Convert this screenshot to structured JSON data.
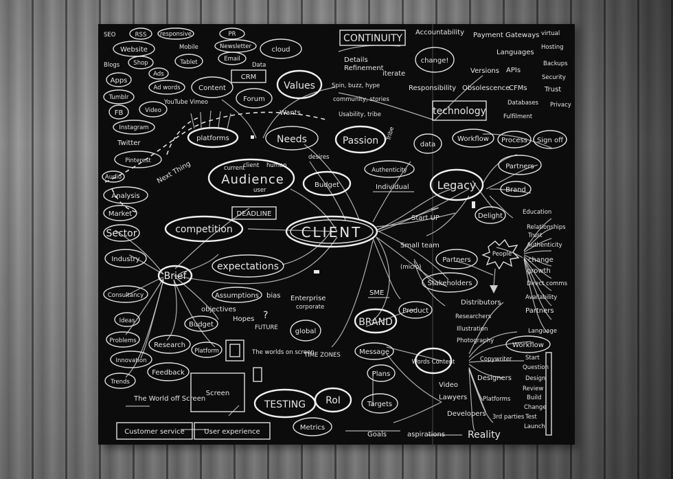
{
  "nodes": {
    "client": "CLIENT",
    "audience": "Audience",
    "audience_sub1": "current",
    "audience_sub2": "client",
    "audience_sub3": "human",
    "audience_user": "user",
    "legacy": "Legacy",
    "continuity": "CONTINUITY",
    "change": "change!",
    "technology": "technology",
    "values": "Values",
    "needs": "Needs",
    "wants": "Wants",
    "desires": "desires",
    "passion": "Passion",
    "authenticity": "Authenticity",
    "individual": "Individual",
    "budget": "Budget",
    "deadline": "DEADLINE",
    "competition": "competition",
    "expectations": "expectations",
    "assumptions": "Assumptions",
    "bias": "bias",
    "brief": "Brief",
    "platforms": "platforms",
    "content": "Content",
    "forum": "Forum",
    "cloud": "cloud",
    "crm": "CRM",
    "data_tag": "Data",
    "next_thing": "Next Thing",
    "brand": "BRAND",
    "message": "Message",
    "plans": "Plans",
    "targets": "Targets",
    "testing": "TESTING",
    "roi": "RoI",
    "metrics": "Metrics",
    "words_content": "Words Content",
    "product": "Product",
    "sme": "SME",
    "enterprise": "Enterprise",
    "corporate": "corporate",
    "global": "global",
    "time_zones": "TIME ZONES",
    "partners": "Partners",
    "partners2": "Partners",
    "stakeholders": "Stakeholders",
    "people": "People",
    "delight": "Delight",
    "brand_small": "Brand",
    "workflow": "Workflow",
    "process": "Process",
    "sign_off": "Sign off",
    "data": "data",
    "start_up": "Start UP",
    "small_team": "Small team",
    "micro": "(micro)",
    "objectives": "objectives",
    "hopes": "Hopes",
    "future": "FUTURE",
    "question": "?",
    "budget_small": "Budget",
    "research": "Research",
    "feedback": "Feedback",
    "platform_small": "Platform",
    "screen": "Screen",
    "worlds_on_screen": "The worlds on screen",
    "world_off_screen": "The World off Screen",
    "customer_service": "Customer service",
    "user_experience": "User experience",
    "goals": "Goals",
    "aspirations": "aspirations",
    "reality": "Reality",
    "workflow2": "Workflow",
    "details": "Details",
    "refinement": "Refinement",
    "iterate": "iterate",
    "spin": "Spin, buzz, hype",
    "community": "community, stories",
    "usability": "Usability, tribe",
    "tribe_side": "Tribe"
  },
  "left_column": [
    "Website",
    "Shop",
    "Blogs",
    "Apps",
    "Ads",
    "Ad words",
    "Tumblr",
    "FB",
    "Video",
    "YouTube Vimeo",
    "Instagram",
    "Twitter",
    "Pinterest",
    "Audio"
  ],
  "top_left": [
    "SEO",
    "RSS",
    "responsive",
    "Mobile",
    "Tablet",
    "PR",
    "Newsletter",
    "Email"
  ],
  "analysis_list": [
    "Analysis",
    "Market",
    "Sector",
    "Industry"
  ],
  "brief_list": [
    "Consultancy",
    "Ideas",
    "Problems",
    "Innovation",
    "Trends"
  ],
  "top_right": {
    "accountability": "Accountability",
    "payment": "Payment Gateways",
    "virtual": "virtual",
    "hosting": "Hosting",
    "languages": "Languages",
    "backups": "Backups",
    "security": "Security",
    "trust": "Trust",
    "privacy": "Privacy",
    "versions": "Versions",
    "apis": "APIs",
    "responsibility": "Responsibility",
    "obsolescence": "Obsolescence",
    "cfms": "CFMs",
    "databases": "Databases",
    "fulfilment": "Fulfilment"
  },
  "people_list": [
    "Education",
    "Relationships",
    "Trust",
    "Authenticity",
    "change",
    "growth",
    "Direct comms",
    "Availability",
    "Partners",
    "Language"
  ],
  "content_list": [
    "Distributors",
    "Researchers",
    "Illustration",
    "Photography",
    "Copywriter",
    "Designers",
    "Video",
    "Lawyers",
    "Platforms",
    "Developers",
    "3rd parties"
  ],
  "workflow_list": [
    "Start",
    "Question",
    "Design",
    "Review",
    "Build",
    "Change",
    "Test",
    "Launch"
  ]
}
